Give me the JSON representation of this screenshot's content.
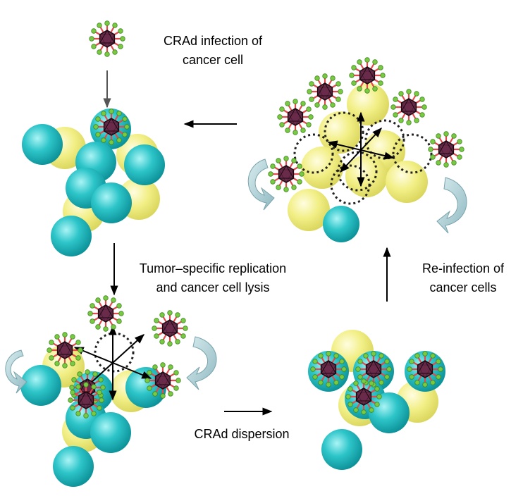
{
  "labels": {
    "infection_line1": "CRAd infection of",
    "infection_line2": "cancer cell",
    "replication_line1": "Tumor–specific replication",
    "replication_line2": "and cancer cell lysis",
    "reinfection_line1": "Re-infection of",
    "reinfection_line2": "cancer cells",
    "dispersion": "CRAd dispersion"
  },
  "colors": {
    "cancer_cell": "#2dc5c9",
    "lysed_cell": "#f2ef86",
    "virus_capsid": "#6a2a4a",
    "virus_fiber": "#e5484d",
    "virus_knob": "#7ac943",
    "arrow": "#000000",
    "curved_arrow": "#a9cdd3"
  }
}
